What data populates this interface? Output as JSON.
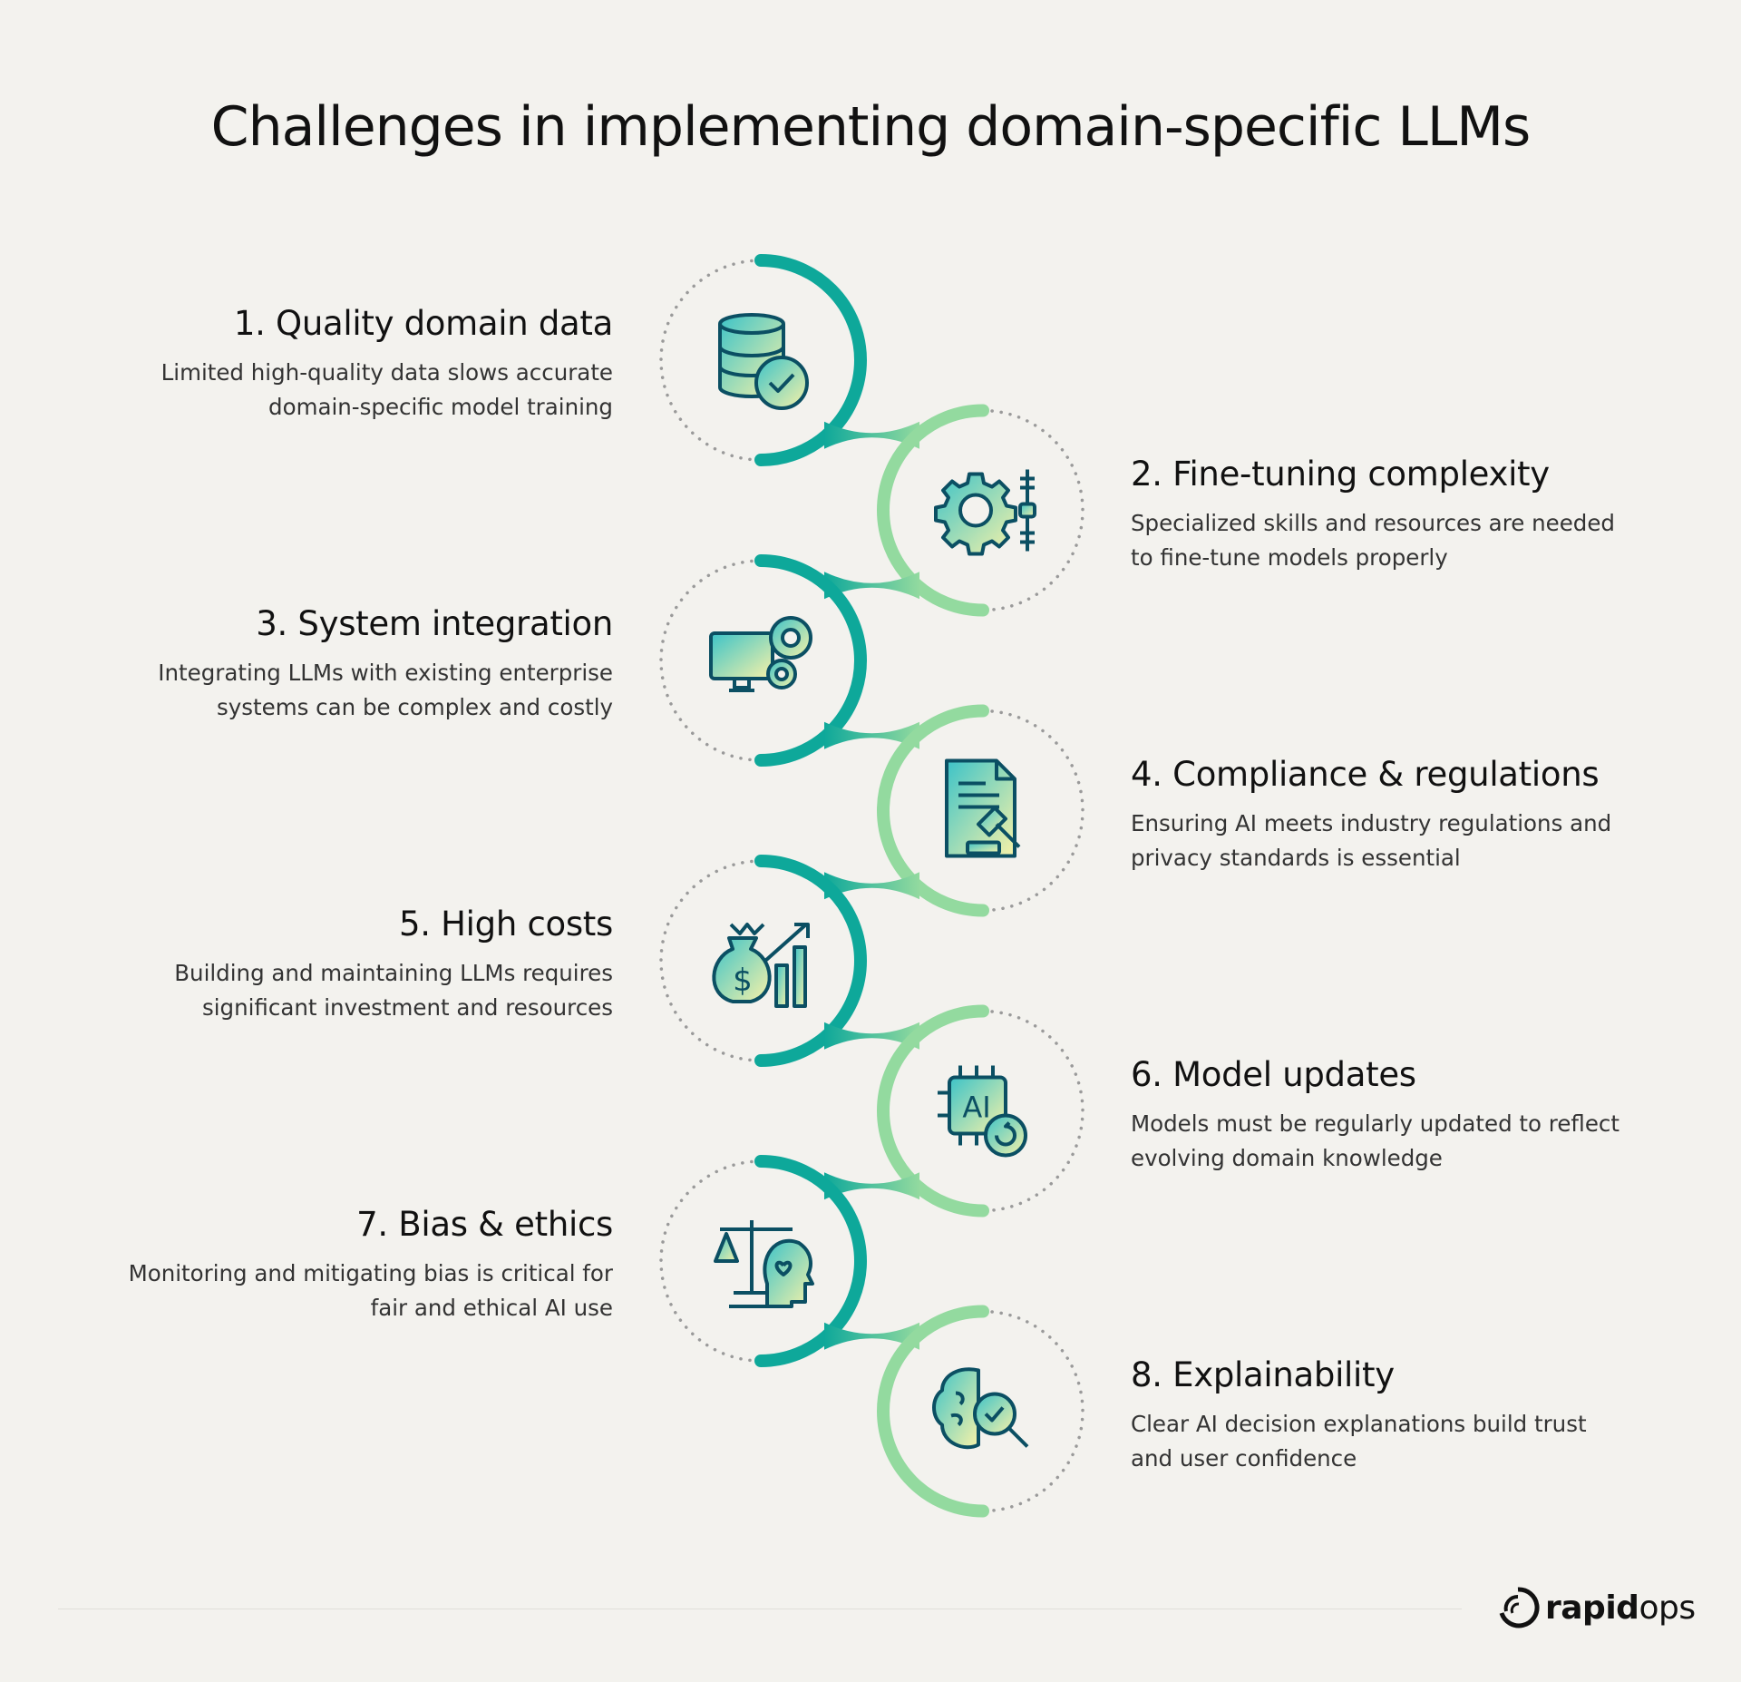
{
  "title": "Challenges in implementing domain-specific LLMs",
  "colors": {
    "teal": "#0ea89a",
    "green": "#93da9f",
    "dots": "#9a9a9a",
    "icon_stroke": "#0b4f63",
    "background": "#f3f2ee"
  },
  "items": [
    {
      "heading": "1. Quality domain data",
      "description": "Limited high-quality data slows accurate domain-specific model training",
      "lines": [
        "Limited high-quality data slows accurate",
        "domain-specific model training"
      ],
      "icon": "database-check-icon",
      "side": "left"
    },
    {
      "heading": "2. Fine-tuning complexity",
      "lines": [
        "Specialized skills and resources are needed",
        "to fine-tune models properly"
      ],
      "icon": "gear-slider-icon",
      "side": "right"
    },
    {
      "heading": "3. System integration",
      "lines": [
        "Integrating LLMs with existing enterprise",
        "systems can be complex and costly"
      ],
      "icon": "monitor-gears-icon",
      "side": "left"
    },
    {
      "heading": "4. Compliance & regulations",
      "lines": [
        "Ensuring AI meets industry regulations and",
        "privacy standards is essential"
      ],
      "icon": "document-gavel-icon",
      "side": "right"
    },
    {
      "heading": "5. High costs",
      "lines": [
        "Building and maintaining LLMs requires",
        "significant investment and resources"
      ],
      "icon": "money-bag-chart-icon",
      "side": "left"
    },
    {
      "heading": "6. Model updates",
      "lines": [
        "Models must be regularly updated to reflect",
        "evolving domain knowledge"
      ],
      "icon": "ai-chip-refresh-icon",
      "side": "right"
    },
    {
      "heading": "7. Bias & ethics",
      "lines": [
        "Monitoring and mitigating bias is critical for",
        "fair and ethical AI use"
      ],
      "icon": "scale-head-heart-icon",
      "side": "left"
    },
    {
      "heading": "8. Explainability",
      "lines": [
        "Clear AI decision explanations build trust",
        "and user confidence"
      ],
      "icon": "brain-magnifier-icon",
      "side": "right"
    }
  ],
  "icon_labels": {
    "chip": "AI",
    "dollar": "$"
  },
  "logo": {
    "bold": "rapid",
    "light": "ops"
  }
}
